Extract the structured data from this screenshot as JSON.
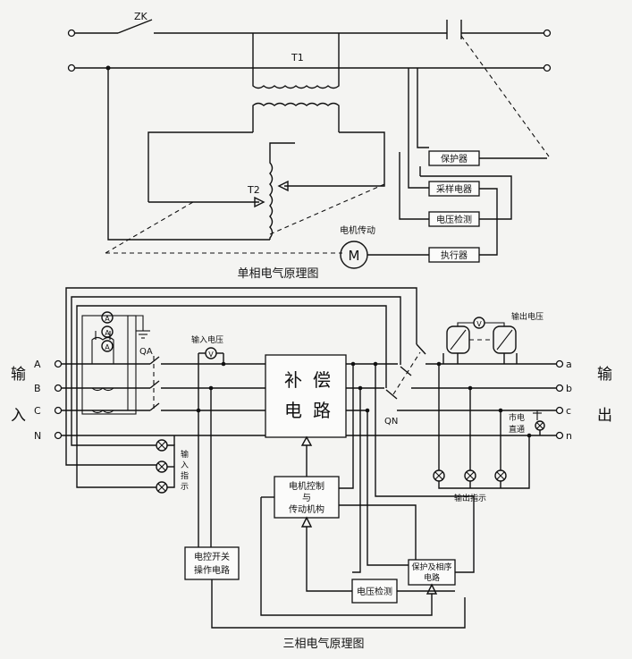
{
  "single_phase": {
    "title": "单相电气原理图",
    "switch": "ZK",
    "transformer_main": "T1",
    "transformer_reg": "T2",
    "motor_label": "电机传动",
    "motor_symbol": "M",
    "boxes": [
      "保护器",
      "采样电器",
      "电压检测",
      "执行器"
    ]
  },
  "three_phase": {
    "title": "三相电气原理图",
    "input_side": [
      "输",
      "入"
    ],
    "output_side": [
      "输",
      "出"
    ],
    "phases_in": [
      "A",
      "B",
      "C",
      "N"
    ],
    "phases_out": [
      "a",
      "b",
      "c",
      "n"
    ],
    "qa": "QA",
    "qn": "QN",
    "input_voltage": "输入电压",
    "output_voltage": "输出电压",
    "comp_box": [
      "补",
      "偿",
      "电",
      "路"
    ],
    "motor_box": [
      "电机控制",
      "与",
      "传动机构"
    ],
    "switch_box": [
      "电控开关",
      "操作电路"
    ],
    "voltage_box": "电压检测",
    "protect_box": [
      "保护及相序",
      "电路"
    ],
    "input_indicator": [
      "输",
      "入",
      "指",
      "示"
    ],
    "output_indicator": "输出指示",
    "mains_direct": [
      "市电",
      "直通"
    ],
    "meter_a": "A",
    "meter_v": "V"
  }
}
